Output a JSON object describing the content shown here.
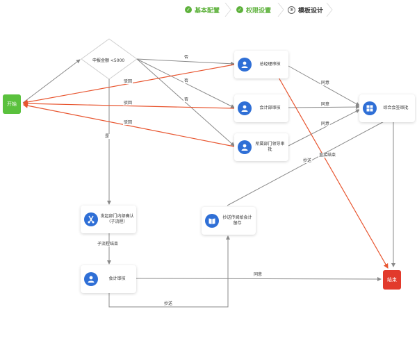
{
  "steps": [
    {
      "label": "基本配置",
      "state": "done",
      "icon": "check-icon"
    },
    {
      "label": "权限设置",
      "state": "done",
      "icon": "check-icon"
    },
    {
      "label": "模板设计",
      "state": "current",
      "number": "③"
    }
  ],
  "nodes": {
    "start": {
      "label": "开始"
    },
    "end": {
      "label": "结束"
    },
    "condition": {
      "label": "申报金额 <5000"
    },
    "gm": {
      "label": "总经理审核"
    },
    "acct_dept": {
      "label": "会计部审核"
    },
    "dept_lead": {
      "label": "所属部门领导审批"
    },
    "summary": {
      "label": "综合会签审批"
    },
    "sub": {
      "label": "发起部门内部确认（子流程）"
    },
    "cc": {
      "label": "抄送传阅给会计留存"
    },
    "acct": {
      "label": "会计审核"
    }
  },
  "edge_labels": {
    "no1": "否",
    "no2": "否",
    "no3": "否",
    "yes": "是",
    "reject1": "驳回",
    "reject2": "驳回",
    "reject3": "驳回",
    "agree1": "同意",
    "agree2": "同意",
    "agree3": "同意",
    "agree4": "同意",
    "end_process": "直接结束",
    "cc1": "抄送",
    "cc2": "抄送",
    "sub_end": "子流程结束"
  },
  "colors": {
    "accent": "#2f6fd6",
    "start": "#5ac13d",
    "end": "#e23a2c",
    "reject": "#e8552f",
    "flow": "#8a8a8a",
    "done": "#5db13b"
  }
}
